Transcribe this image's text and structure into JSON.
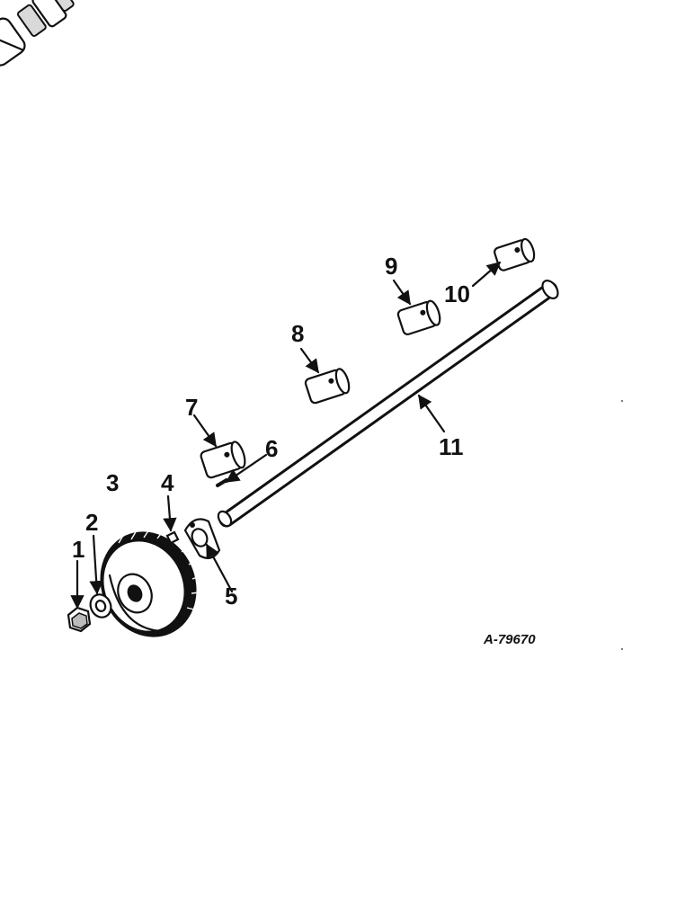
{
  "diagram": {
    "reference_code": "A-79670",
    "callouts": [
      "1",
      "2",
      "3",
      "4",
      "5",
      "6",
      "7",
      "8",
      "9",
      "10",
      "11"
    ]
  }
}
